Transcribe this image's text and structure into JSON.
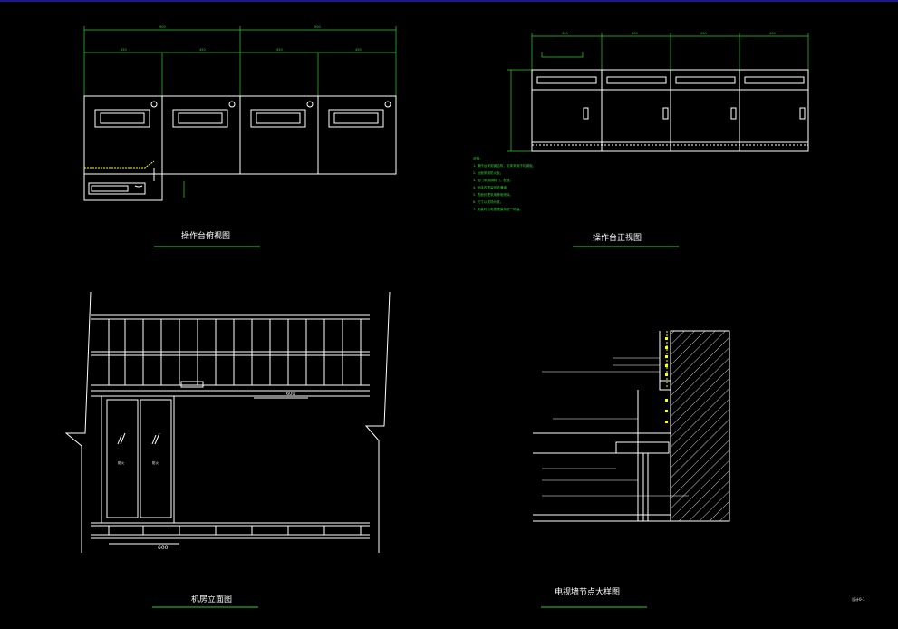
{
  "titles": {
    "console_plan": "操作台俯视图",
    "console_elevation": "操作台正视图",
    "room_elevation": "机房立面图",
    "tv_wall_detail": "电视墙节点大样图"
  },
  "sheet_code": "设计0-1",
  "elevation_dim": "600",
  "bottom_dim": "600",
  "doors": [
    "防火",
    "防火"
  ],
  "notes": [
    "说明：",
    "1. 操作台采用钢结构，柜体采用冷轧钢板。",
    "2. 台面采用防火板。",
    "3. 柜门采用钢制门，配锁。",
    "4. 柜体内预留线缆通道。",
    "5. 表面处理采用静电喷涂。",
    "6. 尺寸以现场为准。",
    "7. 安装时与电视墙保持统一标高。"
  ],
  "colors": {
    "line": "#ffffff",
    "dimension": "#33cc33",
    "accent": "#ffff00",
    "background": "#000000"
  }
}
